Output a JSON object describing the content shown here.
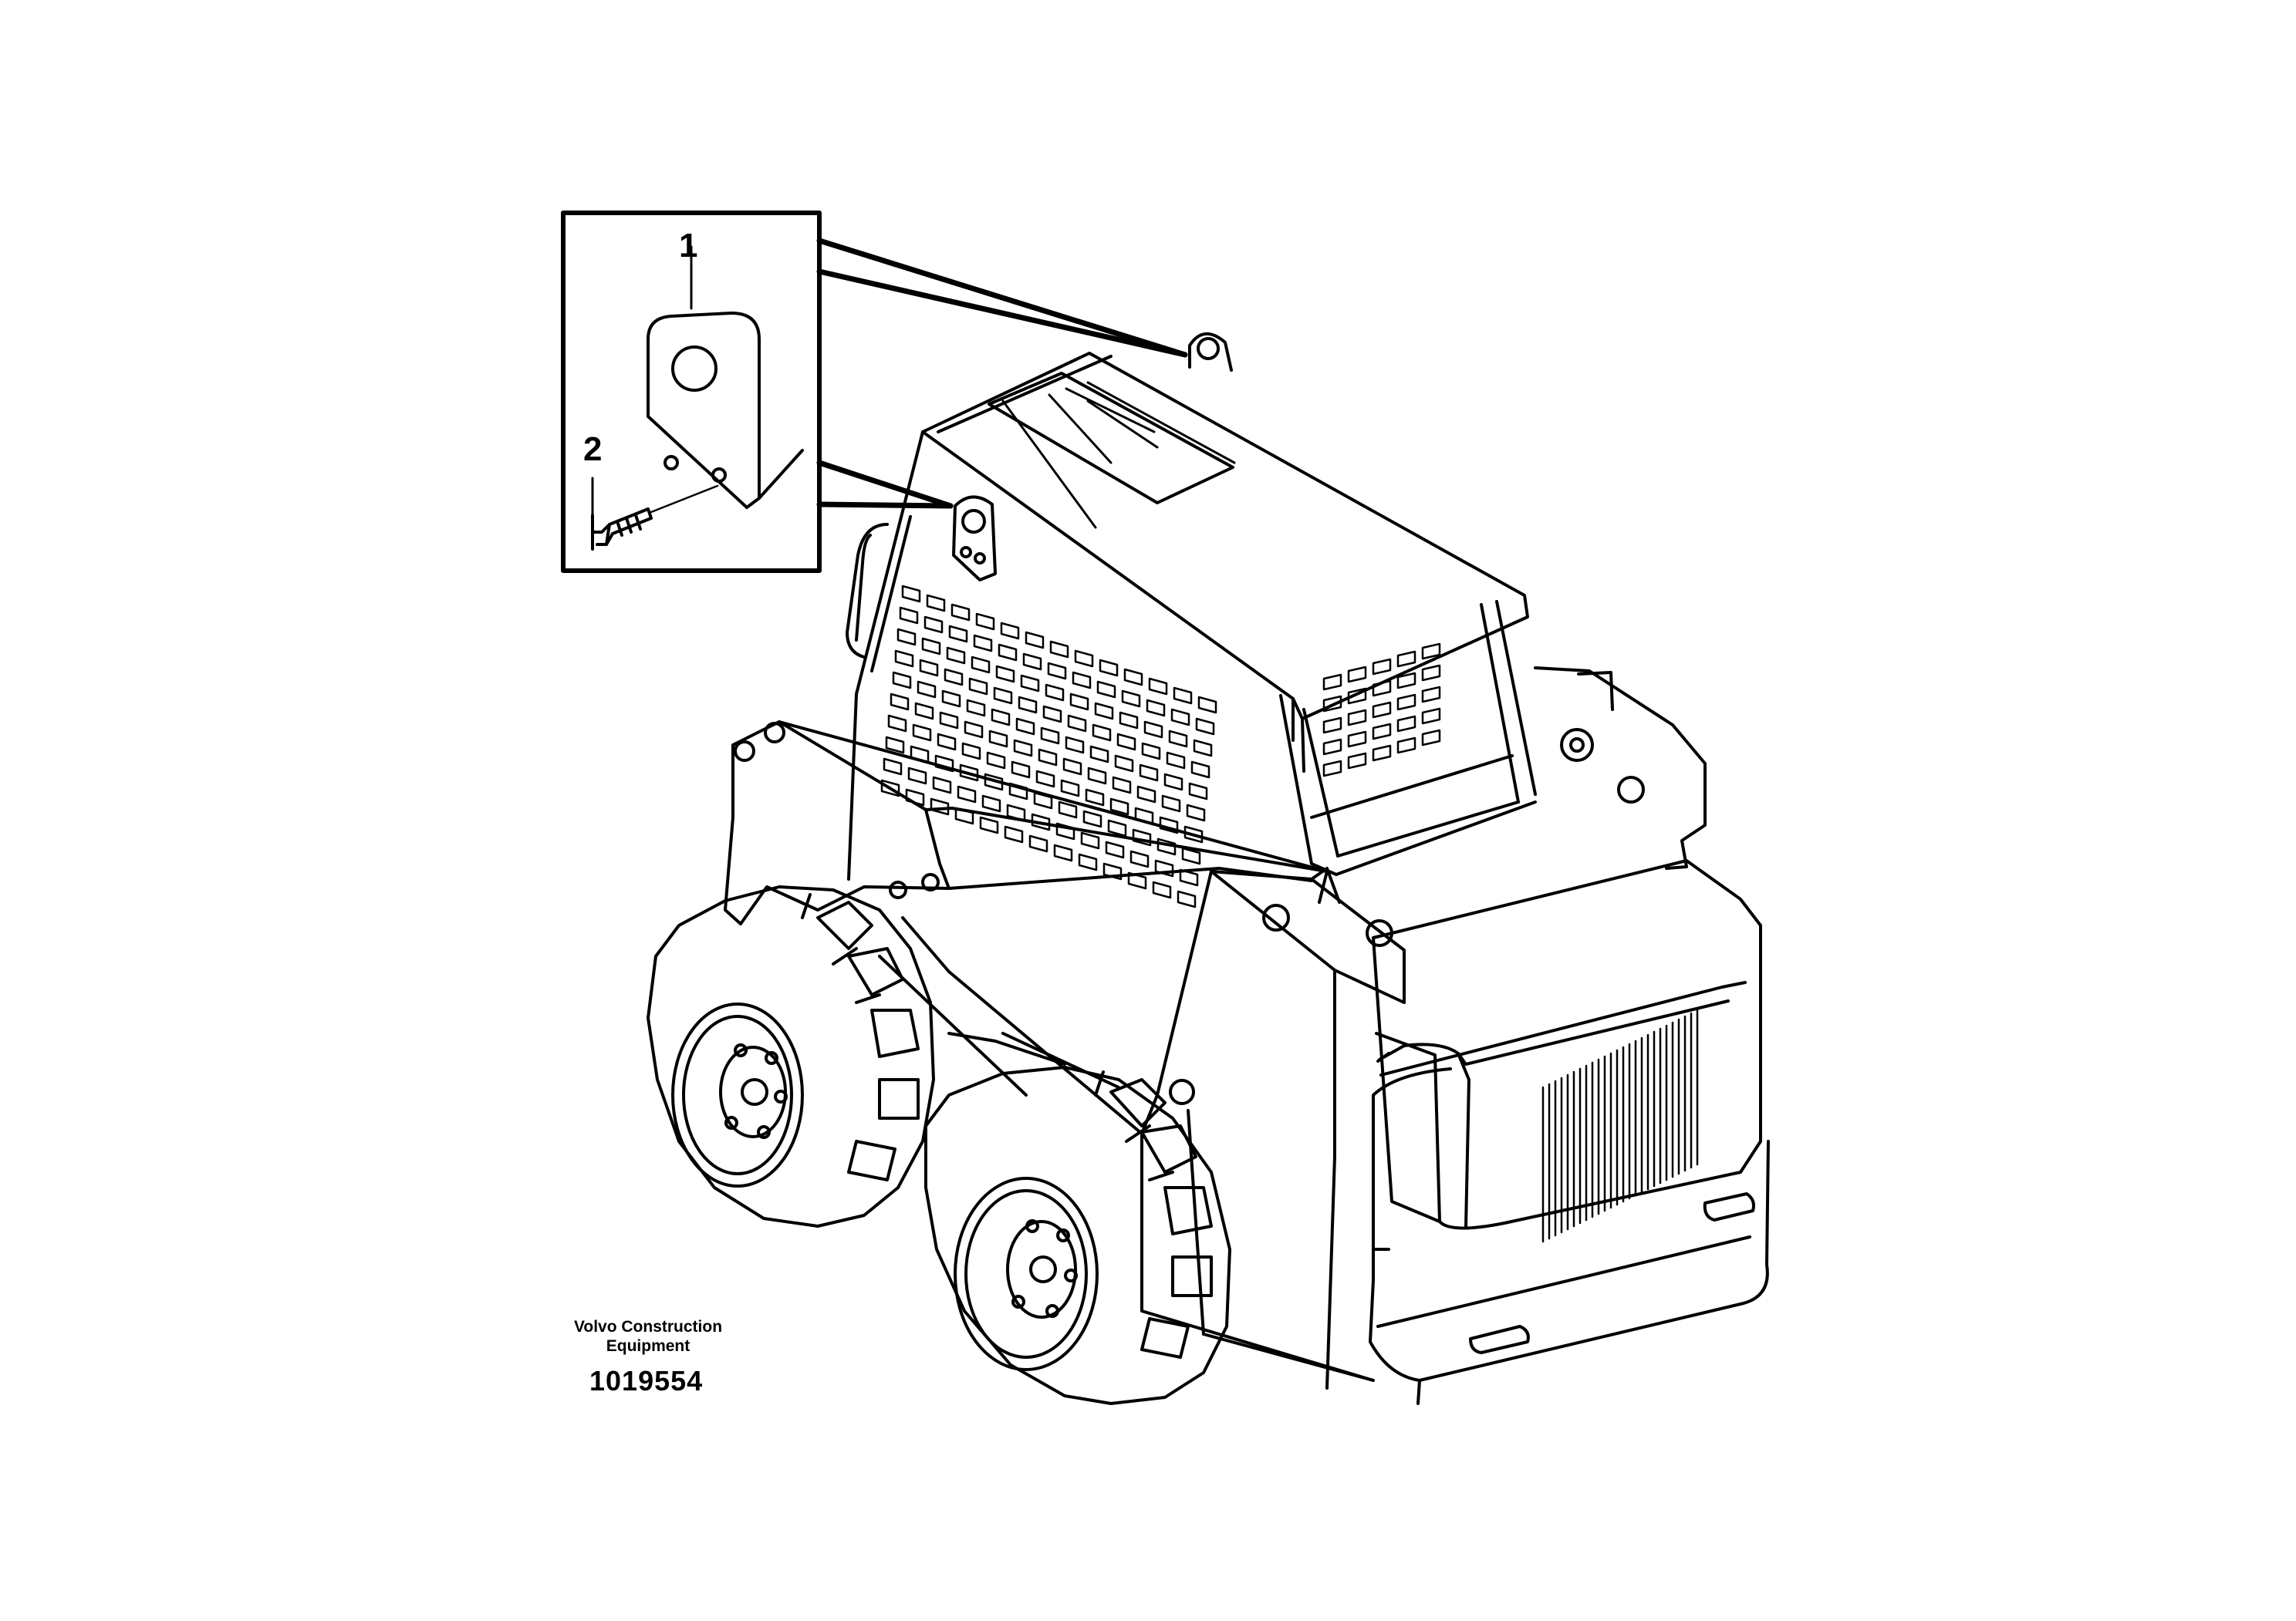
{
  "callouts": [
    {
      "id": "1",
      "text": "1"
    },
    {
      "id": "2",
      "text": "2"
    }
  ],
  "footer": {
    "maker_line1": "Volvo Construction",
    "maker_line2": "Equipment",
    "drawing_number": "1019554"
  },
  "colors": {
    "line": "#000000",
    "background": "#ffffff"
  }
}
